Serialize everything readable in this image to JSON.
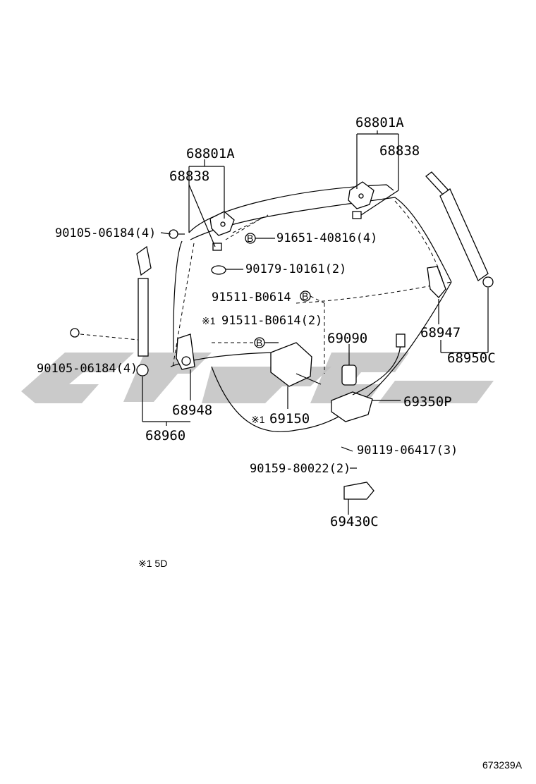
{
  "labels": {
    "hinge_left": "68801A",
    "hinge_left_sub": "68838",
    "hinge_right": "68801A",
    "hinge_right_sub": "68838",
    "bolt_left_top": "90105-06184(4)",
    "bolt_left_bottom": "90105-06184(4)",
    "nut_hinge": "91651-40816(4)",
    "clip_trim": "90179-10161(2)",
    "screw_1": "91511-B0614",
    "screw_2": "91511-B0614(2)",
    "screw_2_mark": "※1",
    "bumper": "69090",
    "strut_bracket_right": "68947",
    "strut_right": "68950C",
    "lock_assy": "69350P",
    "actuator": "69150",
    "actuator_mark": "※1",
    "bracket_left": "68948",
    "strut_left": "68960",
    "screw_3": "90119-06417(3)",
    "screw_4": "90159-80022(2)",
    "striker": "69430C",
    "bolt_symbol": "B",
    "note": "※1  5D",
    "diagram_id": "673239A"
  }
}
